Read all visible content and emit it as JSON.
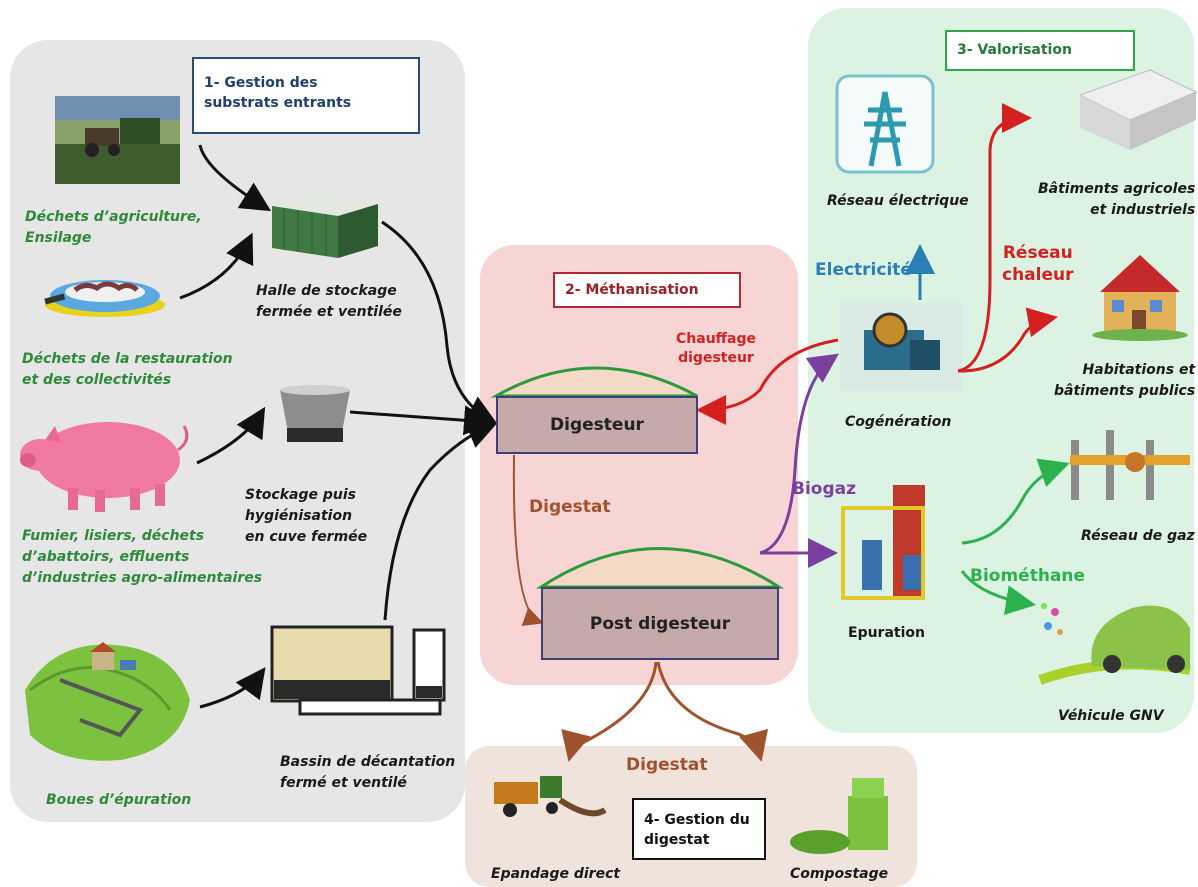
{
  "sections": {
    "gestion": {
      "line1": "1- Gestion des",
      "line2": "substrats entrants"
    },
    "methanisation": {
      "title": "2- Méthanisation"
    },
    "valorisation": {
      "title": "3- Valorisation"
    },
    "digestat_mgmt": {
      "line1": "4- Gestion du",
      "line2": "digestat"
    }
  },
  "inputs": {
    "agriculture": {
      "line1": "Déchets d’agriculture,",
      "line2": "Ensilage"
    },
    "restauration": {
      "line1": "Déchets de la restauration",
      "line2": "et des collectivités"
    },
    "fumier": {
      "line1": "Fumier, lisiers, déchets",
      "line2": "d’abattoirs, effluents",
      "line3": "d’industries agro-alimentaires"
    },
    "boues": {
      "line1": "Boues d’épuration"
    }
  },
  "storage": {
    "halle": {
      "line1": "Halle de stockage",
      "line2": "fermée et ventilée"
    },
    "stockage": {
      "line1": "Stockage puis",
      "line2": "hygiénisation",
      "line3": "en cuve fermée"
    },
    "bassin": {
      "line1": "Bassin de décantation",
      "line2": "fermé et ventilé"
    }
  },
  "process": {
    "digesteur": "Digesteur",
    "post_digesteur": "Post digesteur",
    "digestat": "Digestat",
    "chauffage": {
      "line1": "Chauffage",
      "line2": "digesteur"
    },
    "biogaz": "Biogaz"
  },
  "valorisation": {
    "electricite": "Electricité",
    "reseau_electrique": "Réseau électrique",
    "cogeneration": "Cogénération",
    "reseau_chaleur": {
      "line1": "Réseau",
      "line2": "chaleur"
    },
    "batiments": {
      "line1": "Bâtiments agricoles",
      "line2": "et industriels"
    },
    "habitations": {
      "line1": "Habitations et",
      "line2": "bâtiments publics"
    },
    "reseau_gaz": "Réseau de gaz",
    "epuration": "Epuration",
    "biomethane": "Biométhane",
    "vehicule": "Véhicule GNV"
  },
  "digestat_out": {
    "label": "Digestat",
    "epandage": "Epandage direct",
    "compostage": "Compostage"
  },
  "colors": {
    "section1": "#1f3f6e",
    "section2": "#9c2127",
    "section3": "#237a36",
    "input_label": "#2e8a3a",
    "digestat": "#a0522d",
    "chauffage": "#d4211f",
    "biogaz": "#7b3fa0",
    "electricite": "#2b7fb8",
    "biomethane": "#2bb24c"
  }
}
